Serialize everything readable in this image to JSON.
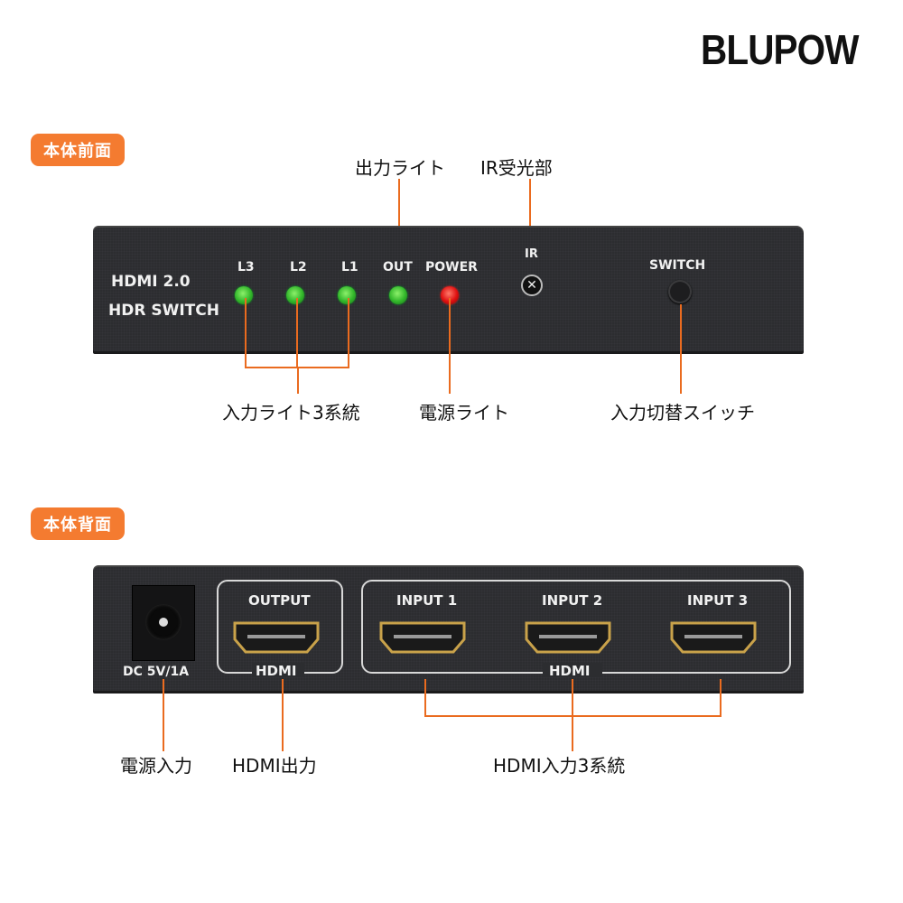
{
  "brand": "BLUPOW",
  "colors": {
    "accent": "#f47b30",
    "line": "#ea6b1f",
    "panel": "#2c2d30",
    "led_green": "#31b62a",
    "led_red": "#e01010"
  },
  "front": {
    "badge": "本体前面",
    "panel_title_1": "HDMI 2.0",
    "panel_title_2": "HDR SWITCH",
    "leds": [
      {
        "label": "L3",
        "color": "green"
      },
      {
        "label": "L2",
        "color": "green"
      },
      {
        "label": "L1",
        "color": "green"
      },
      {
        "label": "OUT",
        "color": "green"
      },
      {
        "label": "POWER",
        "color": "red"
      }
    ],
    "ir_label": "IR",
    "switch_label": "SWITCH",
    "callouts": {
      "output_light": "出力ライト",
      "ir_receiver": "IR受光部",
      "input_lights": "入力ライト3系統",
      "power_light": "電源ライト",
      "input_switch": "入力切替スイッチ"
    }
  },
  "back": {
    "badge": "本体背面",
    "dc_label": "DC 5V/1A",
    "output_label": "OUTPUT",
    "output_group_label": "HDMI",
    "inputs": [
      "INPUT 1",
      "INPUT 2",
      "INPUT 3"
    ],
    "input_group_label": "HDMI",
    "callouts": {
      "power_input": "電源入力",
      "hdmi_output": "HDMI出力",
      "hdmi_inputs": "HDMI入力3系統"
    }
  }
}
